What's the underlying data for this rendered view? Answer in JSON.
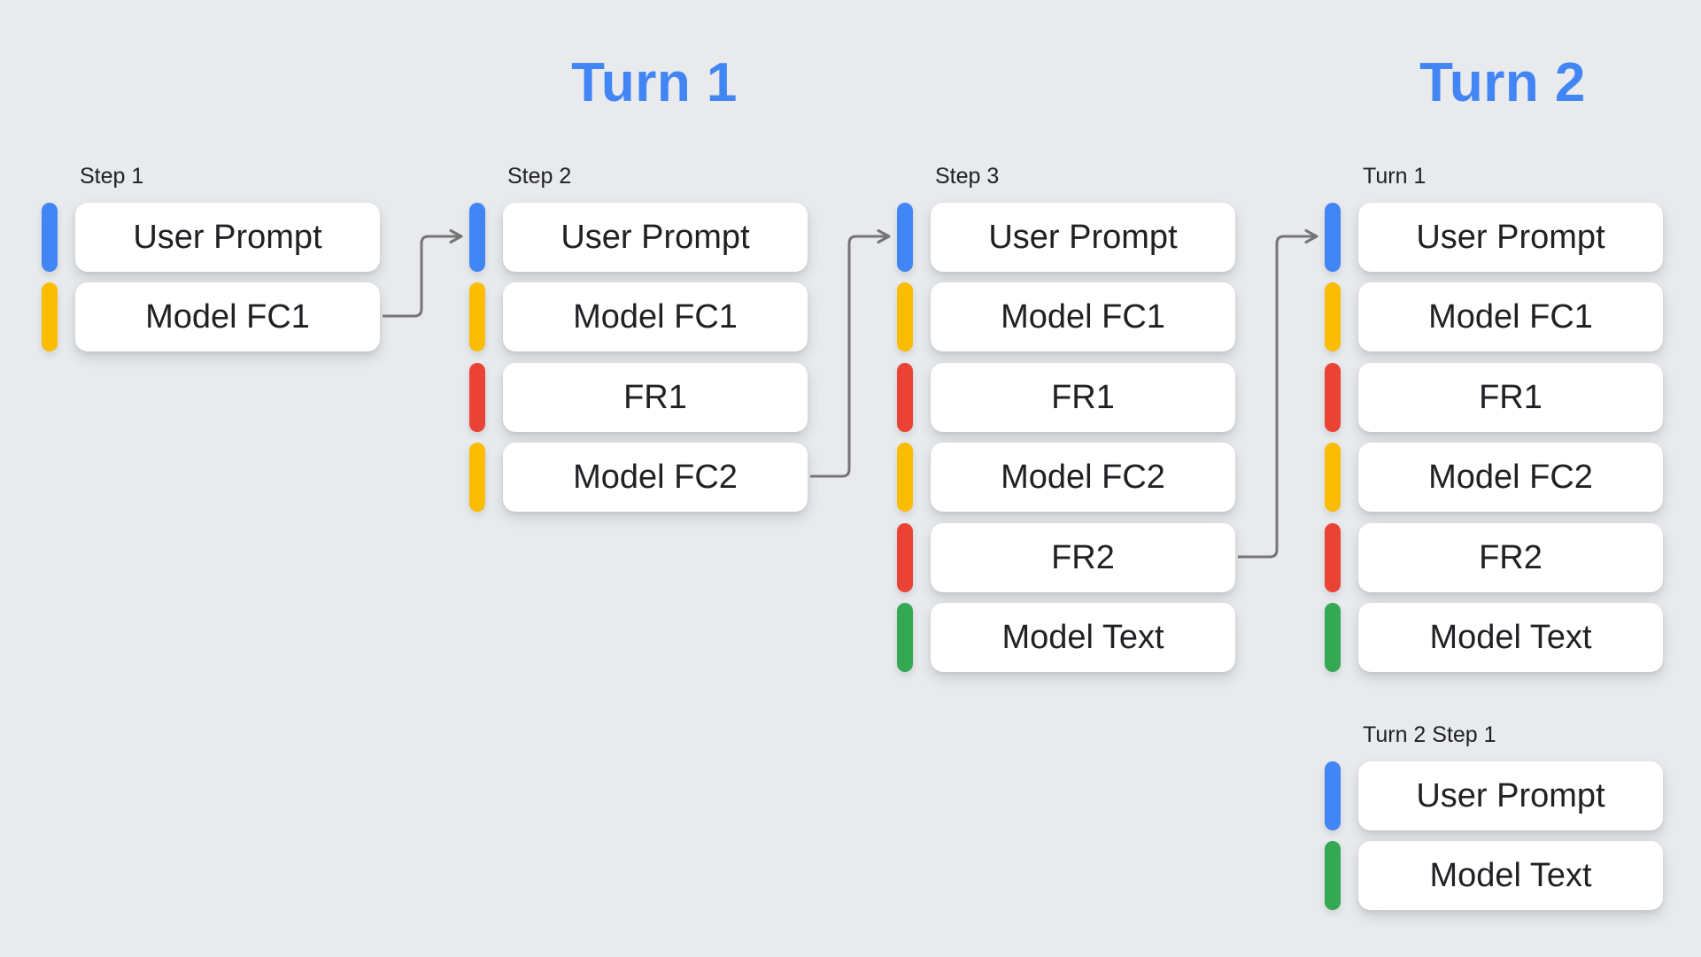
{
  "titles": [
    {
      "text": "Turn 1"
    },
    {
      "text": "Turn 2"
    }
  ],
  "colors": {
    "background": "#E8EAED",
    "title": "#4285F4",
    "user": "#4285F4",
    "function_call": "#FBBC04",
    "function_response": "#EA4335",
    "model_text": "#34A853",
    "arrow": "#757575",
    "box_text": "#202124",
    "label_text": "#202124",
    "box_fill": "#FFFFFF"
  },
  "groups": [
    {
      "label": "Step 1",
      "boxes": [
        {
          "text": "User Prompt",
          "kind": "user"
        },
        {
          "text": "Model FC1",
          "kind": "function_call"
        }
      ]
    },
    {
      "label": "Step 2",
      "boxes": [
        {
          "text": "User Prompt",
          "kind": "user"
        },
        {
          "text": "Model FC1",
          "kind": "function_call"
        },
        {
          "text": "FR1",
          "kind": "function_response"
        },
        {
          "text": "Model FC2",
          "kind": "function_call"
        }
      ]
    },
    {
      "label": "Step 3",
      "boxes": [
        {
          "text": "User Prompt",
          "kind": "user"
        },
        {
          "text": "Model FC1",
          "kind": "function_call"
        },
        {
          "text": "FR1",
          "kind": "function_response"
        },
        {
          "text": "Model FC2",
          "kind": "function_call"
        },
        {
          "text": "FR2",
          "kind": "function_response"
        },
        {
          "text": "Model Text",
          "kind": "model_text"
        }
      ]
    },
    {
      "label": "Turn 1",
      "boxes": [
        {
          "text": "User Prompt",
          "kind": "user"
        },
        {
          "text": "Model FC1",
          "kind": "function_call"
        },
        {
          "text": "FR1",
          "kind": "function_response"
        },
        {
          "text": "Model FC2",
          "kind": "function_call"
        },
        {
          "text": "FR2",
          "kind": "function_response"
        },
        {
          "text": "Model Text",
          "kind": "model_text"
        }
      ]
    },
    {
      "label": "Turn 2 Step 1",
      "boxes": [
        {
          "text": "User Prompt",
          "kind": "user"
        },
        {
          "text": "Model Text",
          "kind": "model_text"
        }
      ]
    }
  ],
  "arrows": [
    {
      "from_group": 0,
      "from_box": 1,
      "to_group": 1,
      "to_box": 0
    },
    {
      "from_group": 1,
      "from_box": 3,
      "to_group": 2,
      "to_box": 0
    },
    {
      "from_group": 2,
      "from_box": 4,
      "to_group": 3,
      "to_box": 0
    }
  ]
}
